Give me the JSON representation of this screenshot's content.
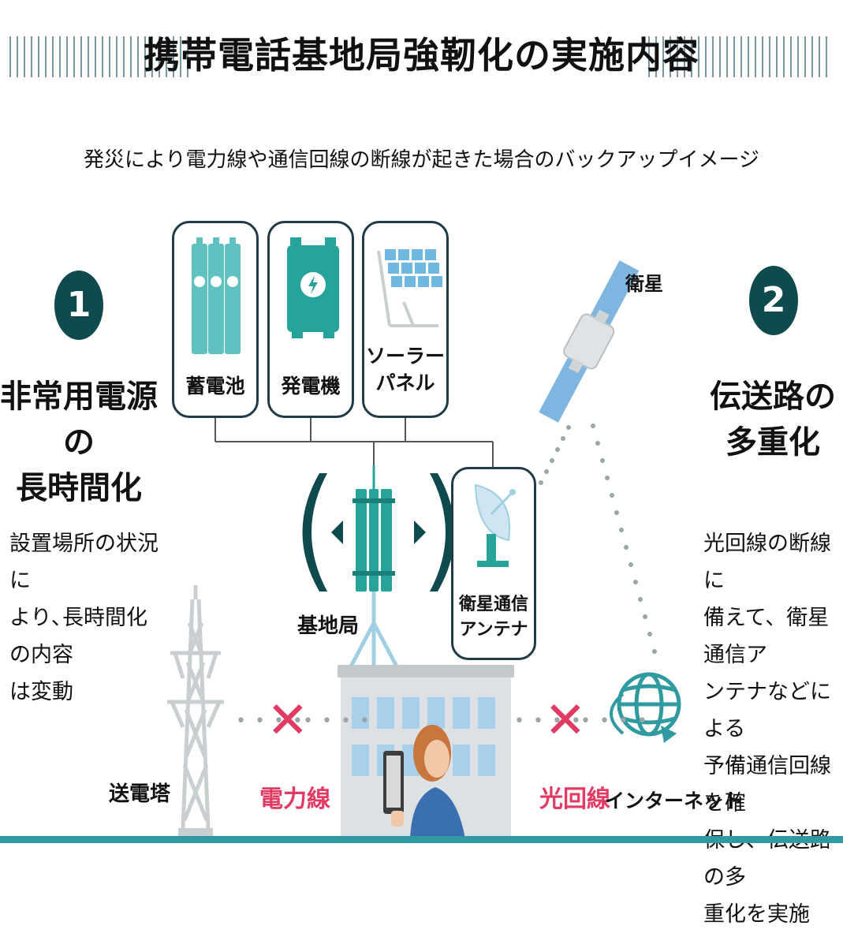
{
  "title": "携帯電話基地局強靭化の実施内容",
  "subtitle": "発災により電力線や通信回線の断線が起きた場合のバックアップイメージ",
  "section1": {
    "number": "1",
    "heading_line1": "非常用電源の",
    "heading_line2": "長時間化",
    "body_lines": [
      "設置場所の状況に",
      "より､長時間化の内容",
      "は変動"
    ]
  },
  "section2": {
    "number": "2",
    "heading_line1": "伝送路の",
    "heading_line2": "多重化",
    "body_lines": [
      "光回線の断線に",
      "備えて、衛星通信ア",
      "ンテナなどによる",
      "予備通信回線を確",
      "保し、伝送路の多",
      "重化を実施"
    ]
  },
  "power_sources": [
    {
      "label": "蓄電池"
    },
    {
      "label": "発電機"
    },
    {
      "label_line1": "ソーラー",
      "label_line2": "パネル"
    }
  ],
  "satellite_antenna": {
    "label_line1": "衛星通信",
    "label_line2": "アンテナ"
  },
  "satellite_label": "衛星",
  "base_station_label": "基地局",
  "tower_label": "送電塔",
  "power_line_label": "電力線",
  "fiber_line_label": "光回線",
  "internet_label": "インターネット",
  "colors": {
    "teal": "#26a39a",
    "dark": "#0f4a4f",
    "red": "#e23a63",
    "grey": "#c9ced0",
    "bottom_bar": "#2f9aa0"
  },
  "icons": [
    "battery-icon",
    "generator-icon",
    "solar-panel-icon",
    "satellite-dish-icon",
    "satellite-icon",
    "antenna-icon",
    "transmission-tower-icon",
    "globe-icon",
    "building-icon",
    "person-icon"
  ]
}
